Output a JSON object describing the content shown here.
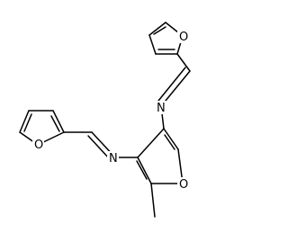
{
  "molecule": {
    "atoms": {
      "o_upper_furan": "O",
      "n_upper": "N",
      "n_lower": "N",
      "o_lower_furan": "O",
      "o_core_furan": "O"
    }
  },
  "colors": {
    "bond": "#000000",
    "background": "#ffffff"
  }
}
